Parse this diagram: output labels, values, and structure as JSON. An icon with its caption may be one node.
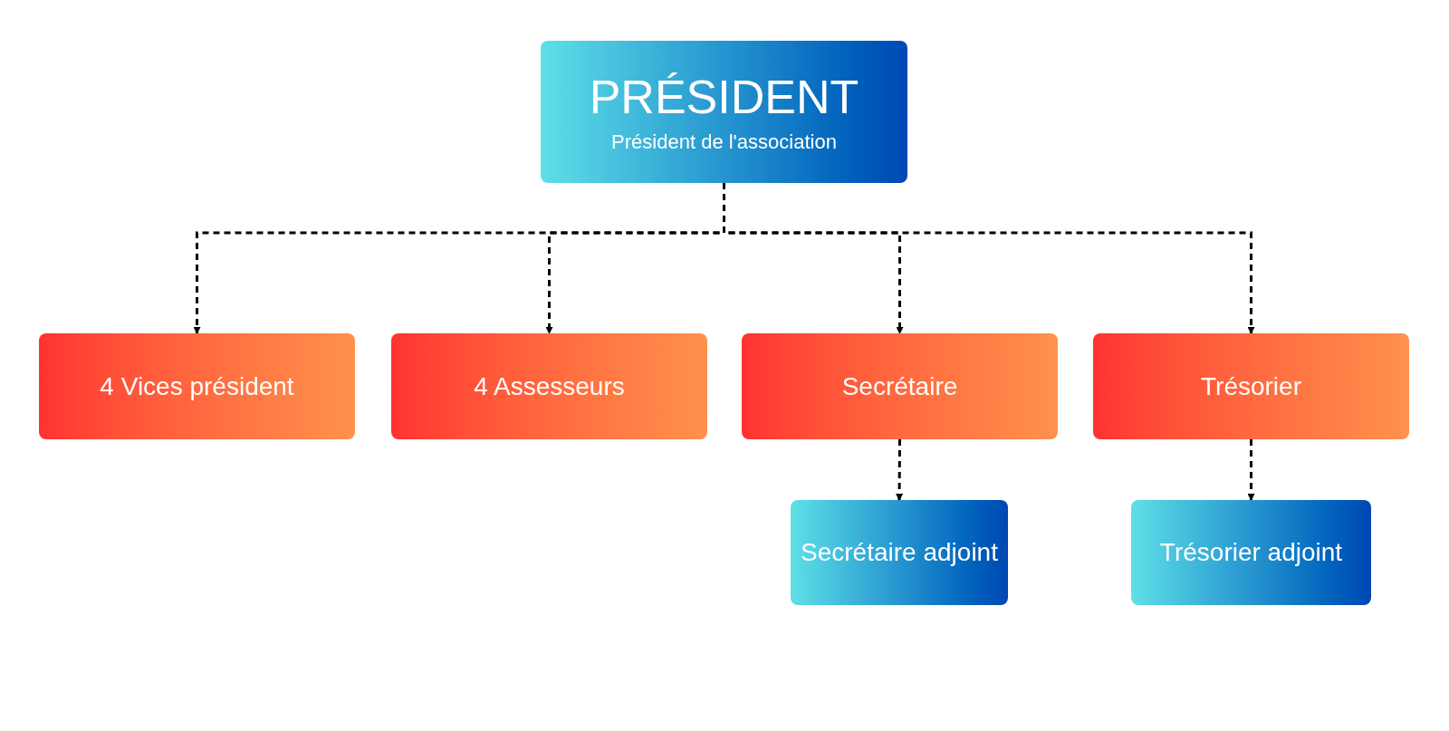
{
  "diagram": {
    "nodes": [
      {
        "text": [
          "PRÉSIDENT",
          "Président de l'association"
        ]
      },
      {
        "text": [
          "4 Vices président"
        ]
      },
      {
        "text": [
          "4 Assesseurs"
        ]
      },
      {
        "text": [
          "Secrétaire"
        ]
      },
      {
        "text": [
          "Trésorier"
        ]
      },
      {
        "text": [
          "Secrétaire adjoint"
        ]
      },
      {
        "text": [
          "Trésorier adjoint"
        ]
      }
    ],
    "edges": [
      {
        "from": 0,
        "to": 1,
        "arrow": "to",
        "style": "dashed"
      },
      {
        "from": 0,
        "to": 2,
        "arrow": "to",
        "style": "dashed"
      },
      {
        "from": 0,
        "to": 3,
        "arrow": "to",
        "style": "dashed"
      },
      {
        "from": 0,
        "to": 4,
        "arrow": "to",
        "style": "dashed"
      },
      {
        "from": 3,
        "to": 5,
        "arrow": "to",
        "style": "dashed"
      },
      {
        "from": 4,
        "to": 6,
        "arrow": "to",
        "style": "dashed"
      }
    ]
  }
}
